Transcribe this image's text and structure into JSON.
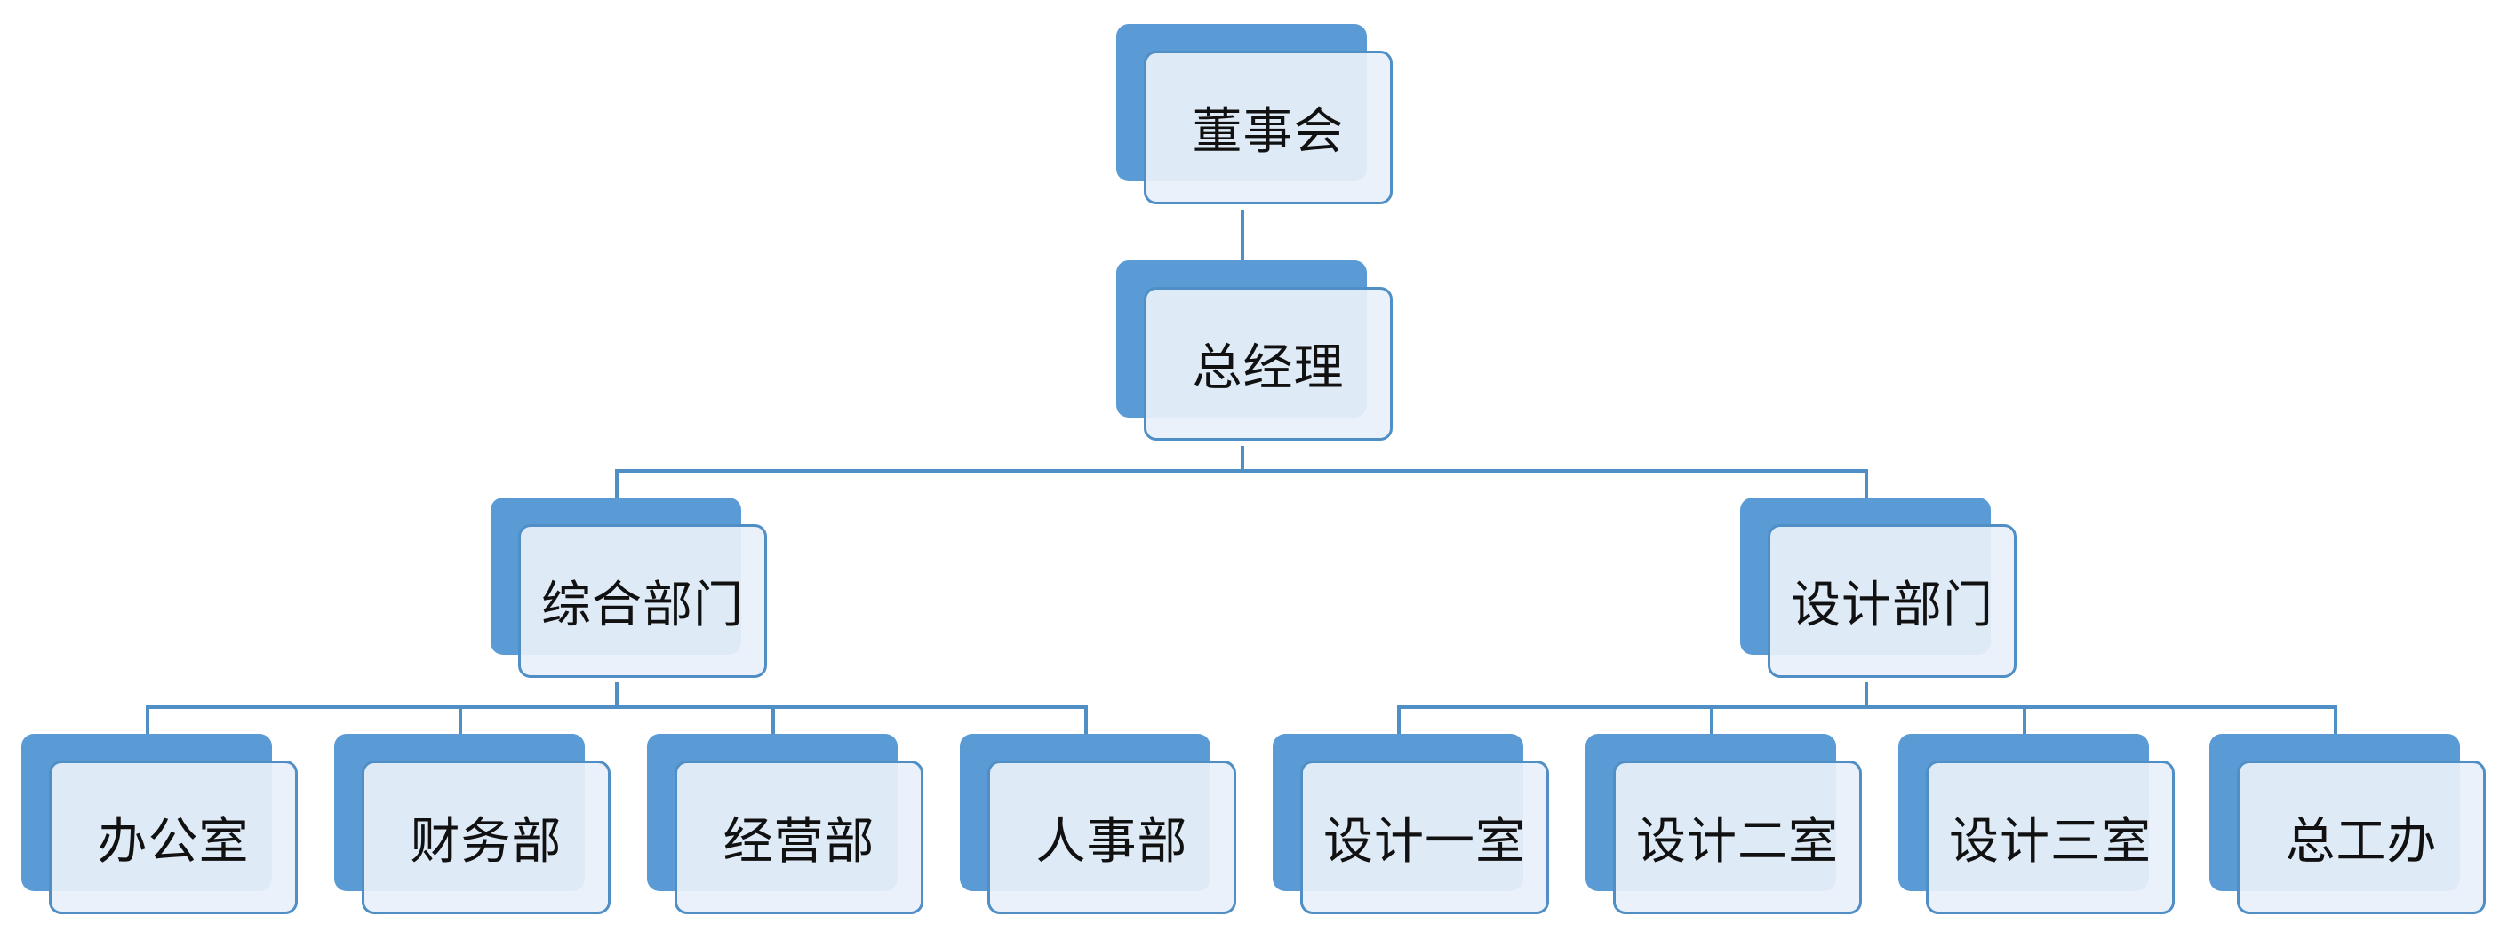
{
  "org_chart": {
    "root": {
      "label": "董事会"
    },
    "gm": {
      "label": "总经理"
    },
    "departments": [
      {
        "label": "综合部门",
        "children": [
          "办公室",
          "财务部",
          "经营部",
          "人事部"
        ]
      },
      {
        "label": "设计部门",
        "children": [
          "设计一室",
          "设计二室",
          "设计三室",
          "总工办"
        ]
      }
    ]
  },
  "colors": {
    "node_back": "#5b9bd5",
    "node_front": "#e9f0fa",
    "node_border": "#4f8fc6",
    "connector": "#4f8fc6",
    "text": "#111111"
  }
}
